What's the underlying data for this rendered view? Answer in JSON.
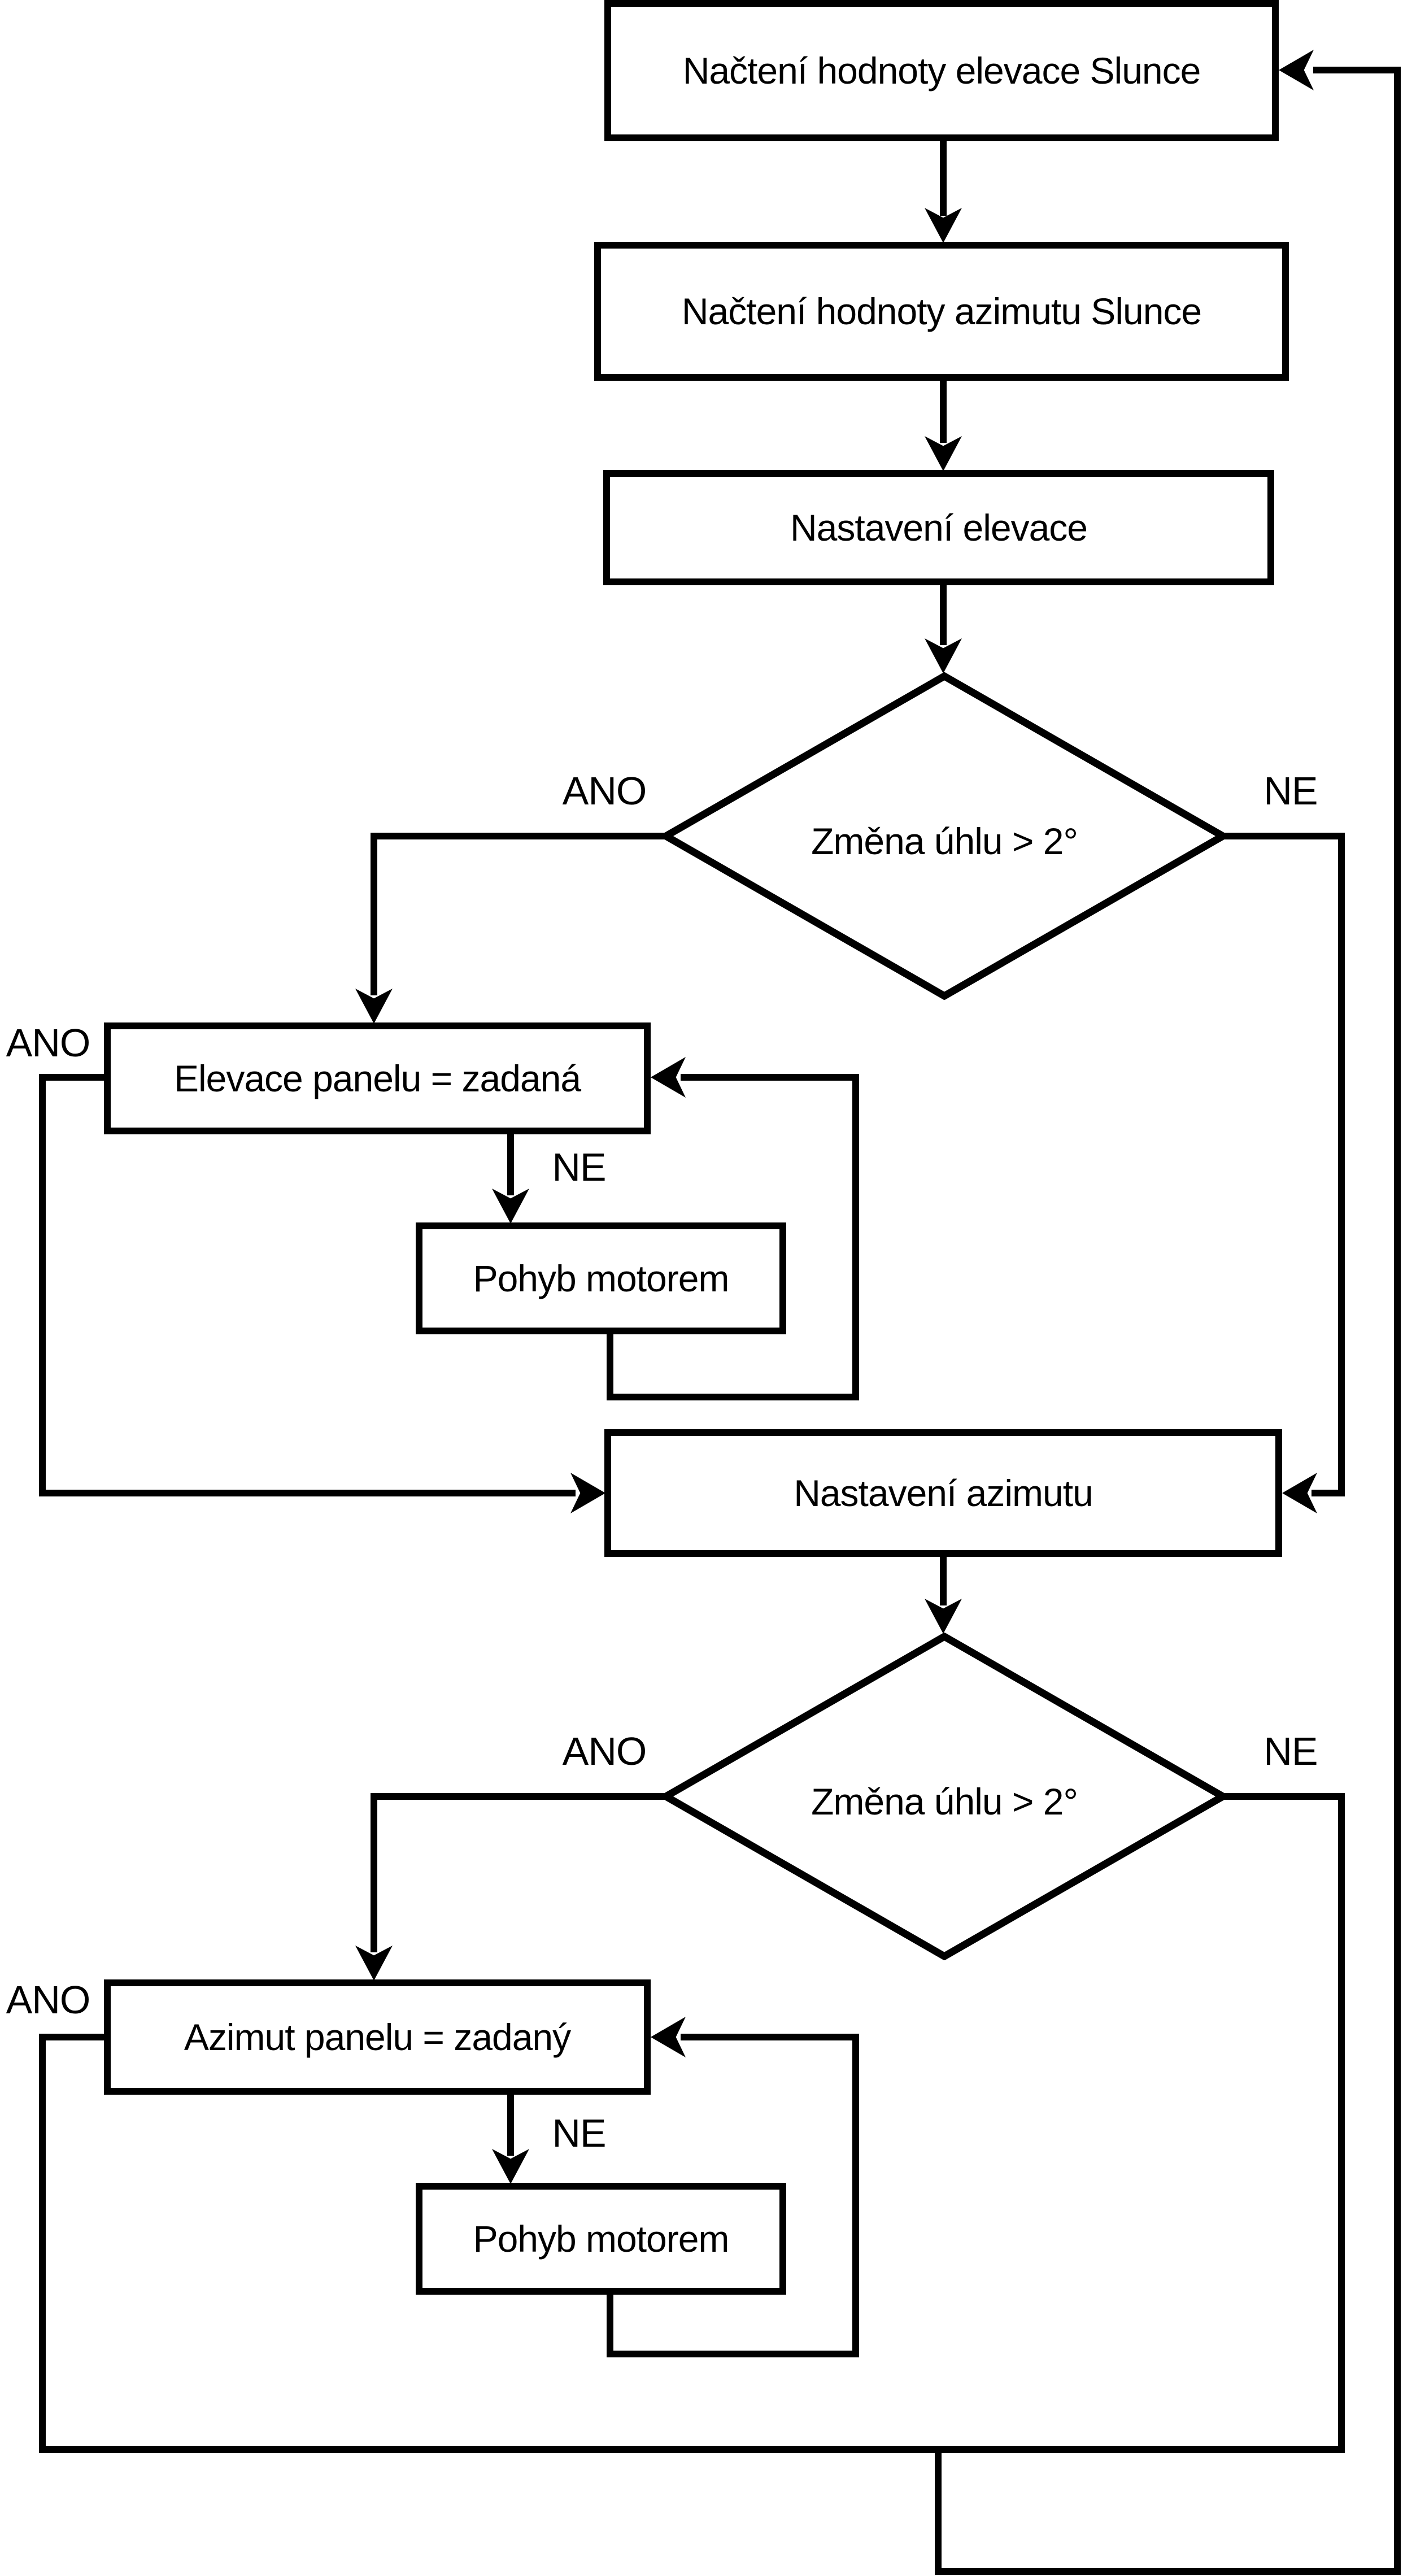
{
  "page": {
    "background": "#ffffff",
    "line_color": "#000000"
  },
  "flowchart": {
    "boxes": [
      {
        "id": "load-elevation",
        "label": "Načtení hodnoty elevace Slunce"
      },
      {
        "id": "load-azimuth",
        "label": "Načtení hodnoty azimutu Slunce"
      },
      {
        "id": "set-elevation",
        "label": "Nastavení elevace"
      },
      {
        "id": "elevation-equal",
        "label": "Elevace panelu = zadaná"
      },
      {
        "id": "motor-move-1",
        "label": "Pohyb motorem"
      },
      {
        "id": "set-azimuth",
        "label": "Nastavení azimutu"
      },
      {
        "id": "azimuth-equal",
        "label": "Azimut panelu = zadaný"
      },
      {
        "id": "motor-move-2",
        "label": "Pohyb motorem"
      }
    ],
    "decisions": [
      {
        "id": "elevation-angle-change",
        "label": "Změna úhlu > 2°"
      },
      {
        "id": "azimuth-angle-change",
        "label": "Změna úhlu > 2°"
      }
    ],
    "branches": {
      "d1_yes": "ANO",
      "d1_no": "NE",
      "elev_yes": "ANO",
      "elev_no": "NE",
      "d2_yes": "ANO",
      "d2_no": "NE",
      "az_yes": "ANO",
      "az_no": "NE"
    }
  }
}
